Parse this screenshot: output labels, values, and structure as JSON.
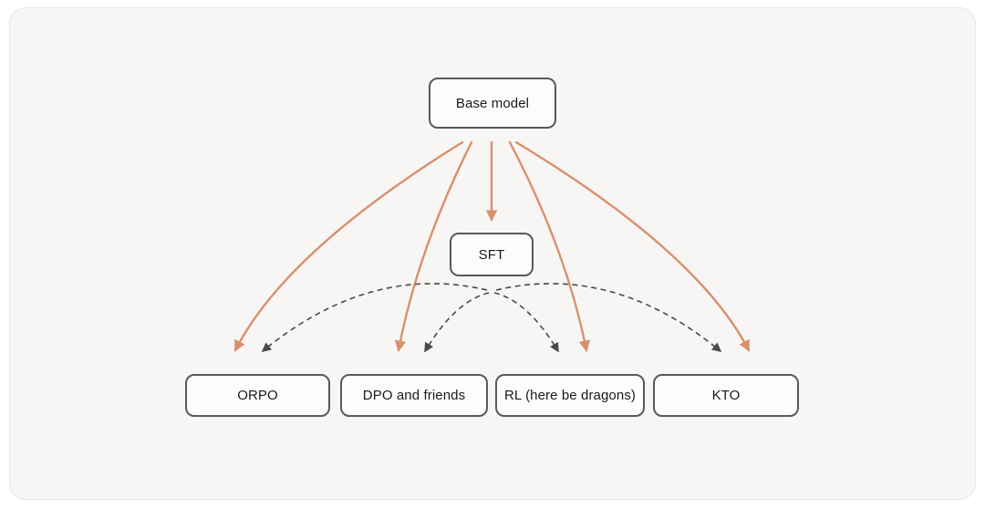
{
  "diagram": {
    "type": "flowchart",
    "nodes": [
      {
        "id": "base",
        "label": "Base model"
      },
      {
        "id": "sft",
        "label": "SFT"
      },
      {
        "id": "orpo",
        "label": "ORPO"
      },
      {
        "id": "dpo",
        "label": "DPO and friends"
      },
      {
        "id": "rl",
        "label": "RL (here be dragons)"
      },
      {
        "id": "kto",
        "label": "KTO"
      }
    ],
    "edges": [
      {
        "from": "Base model",
        "to": "SFT",
        "style": "solid",
        "color": "#D98F6B"
      },
      {
        "from": "Base model",
        "to": "ORPO",
        "style": "solid",
        "color": "#D98F6B"
      },
      {
        "from": "Base model",
        "to": "DPO and friends",
        "style": "solid",
        "color": "#D98F6B"
      },
      {
        "from": "Base model",
        "to": "RL (here be dragons)",
        "style": "solid",
        "color": "#D98F6B"
      },
      {
        "from": "Base model",
        "to": "KTO",
        "style": "solid",
        "color": "#D98F6B"
      },
      {
        "from": "SFT",
        "to": "ORPO",
        "style": "dashed",
        "color": "#494A4C"
      },
      {
        "from": "SFT",
        "to": "DPO and friends",
        "style": "dashed",
        "color": "#494A4C"
      },
      {
        "from": "SFT",
        "to": "RL (here be dragons)",
        "style": "dashed",
        "color": "#494A4C"
      },
      {
        "from": "SFT",
        "to": "KTO",
        "style": "dashed",
        "color": "#494A4C"
      }
    ],
    "colors": {
      "solid_edge": "#D98F6B",
      "dashed_edge": "#494A4C",
      "node_border": "#59595B",
      "node_fill": "#FCFCFB",
      "node_text": "#1A1A1A",
      "canvas_fill": "#F7F6F5",
      "canvas_border": "#E8E7E5",
      "page_bg": "#FFFFFF"
    }
  }
}
